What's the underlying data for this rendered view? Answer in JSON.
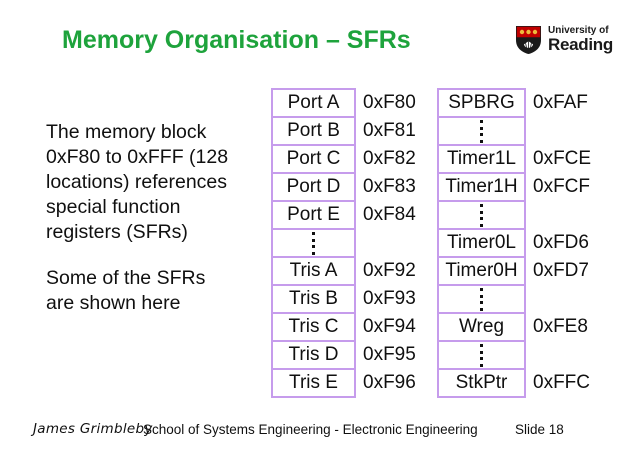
{
  "title": "Memory Organisation – SFRs",
  "logo": {
    "line1": "University of",
    "line2": "Reading",
    "shield_icon": "university-of-reading-shield-icon"
  },
  "body": {
    "paragraph1_lines": [
      "The memory block",
      "0xF80 to 0xFFF (128",
      "locations) references",
      "special function",
      "registers (SFRs)"
    ],
    "paragraph2_lines": [
      "Some of the SFRs",
      "are shown here"
    ]
  },
  "tables": [
    {
      "name": "sfr-table-low",
      "rows": [
        {
          "label": "Port A",
          "addr": "0xF80"
        },
        {
          "label": "Port B",
          "addr": "0xF81"
        },
        {
          "label": "Port C",
          "addr": "0xF82"
        },
        {
          "label": "Port D",
          "addr": "0xF83"
        },
        {
          "label": "Port E",
          "addr": "0xF84"
        },
        {
          "dots": true
        },
        {
          "label": "Tris A",
          "addr": "0xF92"
        },
        {
          "label": "Tris B",
          "addr": "0xF93"
        },
        {
          "label": "Tris C",
          "addr": "0xF94"
        },
        {
          "label": "Tris D",
          "addr": "0xF95"
        },
        {
          "label": "Tris E",
          "addr": "0xF96"
        }
      ]
    },
    {
      "name": "sfr-table-high",
      "rows": [
        {
          "label": "SPBRG",
          "addr": "0xFAF"
        },
        {
          "dots": true
        },
        {
          "label": "Timer1L",
          "addr": "0xFCE"
        },
        {
          "label": "Timer1H",
          "addr": "0xFCF"
        },
        {
          "dots": true
        },
        {
          "label": "Timer0L",
          "addr": "0xFD6"
        },
        {
          "label": "Timer0H",
          "addr": "0xFD7"
        },
        {
          "dots": true
        },
        {
          "label": "Wreg",
          "addr": "0xFE8"
        },
        {
          "dots": true
        },
        {
          "label": "StkPtr",
          "addr": "0xFFC"
        }
      ]
    }
  ],
  "footer": {
    "author": "James Grimbleby",
    "department": "School of Systems Engineering - Electronic Engineering",
    "slide_label": "Slide 18"
  },
  "colors": {
    "title_green": "#1EA33C",
    "table_border": "#C69CEC",
    "logo_red": "#C00000",
    "logo_gold": "#EDBA3D",
    "logo_dark": "#1A1A1A"
  },
  "icons": {
    "vertical_ellipsis": "vertical-ellipsis-icon"
  }
}
